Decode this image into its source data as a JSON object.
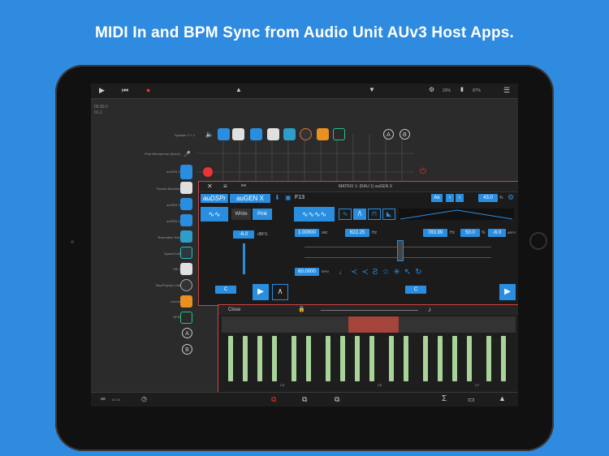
{
  "headline": "MIDI In and BPM Sync from Audio Unit AUv3 Host Apps.",
  "topbar": {
    "zoom": "20%",
    "battery": "87%"
  },
  "transport": {
    "time": "00.00.0",
    "bar": "01.1"
  },
  "rows": [
    "Speaker 1 + 2",
    "iPad Microphone (Mono)",
    "auGEN X",
    "Rozeta Bassline",
    "auGEN X",
    "auGEN X",
    "Ruismaker Noir",
    "SpaceCraft",
    "KB-1",
    "StepPolyArp Unit",
    "Lorenz",
    "NFM"
  ],
  "io_labels": {
    "a": "A",
    "b": "B"
  },
  "panel": {
    "title": "MATRIX 1: (RAU 1) auGEN X",
    "brand1": "auDSPr",
    "brand2": "auGEN X",
    "preset": "F13",
    "ae": "Ae",
    "gain_pct": "43.0",
    "pct": "%",
    "noise_white": "White",
    "noise_pink": "Pink",
    "level": "-6.0",
    "level_unit": "dBFS",
    "time": "1.00000",
    "time_unit": "sec",
    "freq1": "622.25",
    "freq1_unit": "Hz",
    "freq2": "783.99",
    "freq2_unit": "Hz",
    "pw": "50.0",
    "pw_unit": "%",
    "out": "-6.0",
    "out_unit": "dBFS",
    "bpm": "60.0000",
    "bpm_unit": "BPM",
    "note_left": "C",
    "note_right": "C"
  },
  "keyboard": {
    "close": "Close",
    "octaves": [
      "C3",
      "C5",
      "C7"
    ]
  },
  "bottombar": {
    "cpu": "60.40"
  }
}
